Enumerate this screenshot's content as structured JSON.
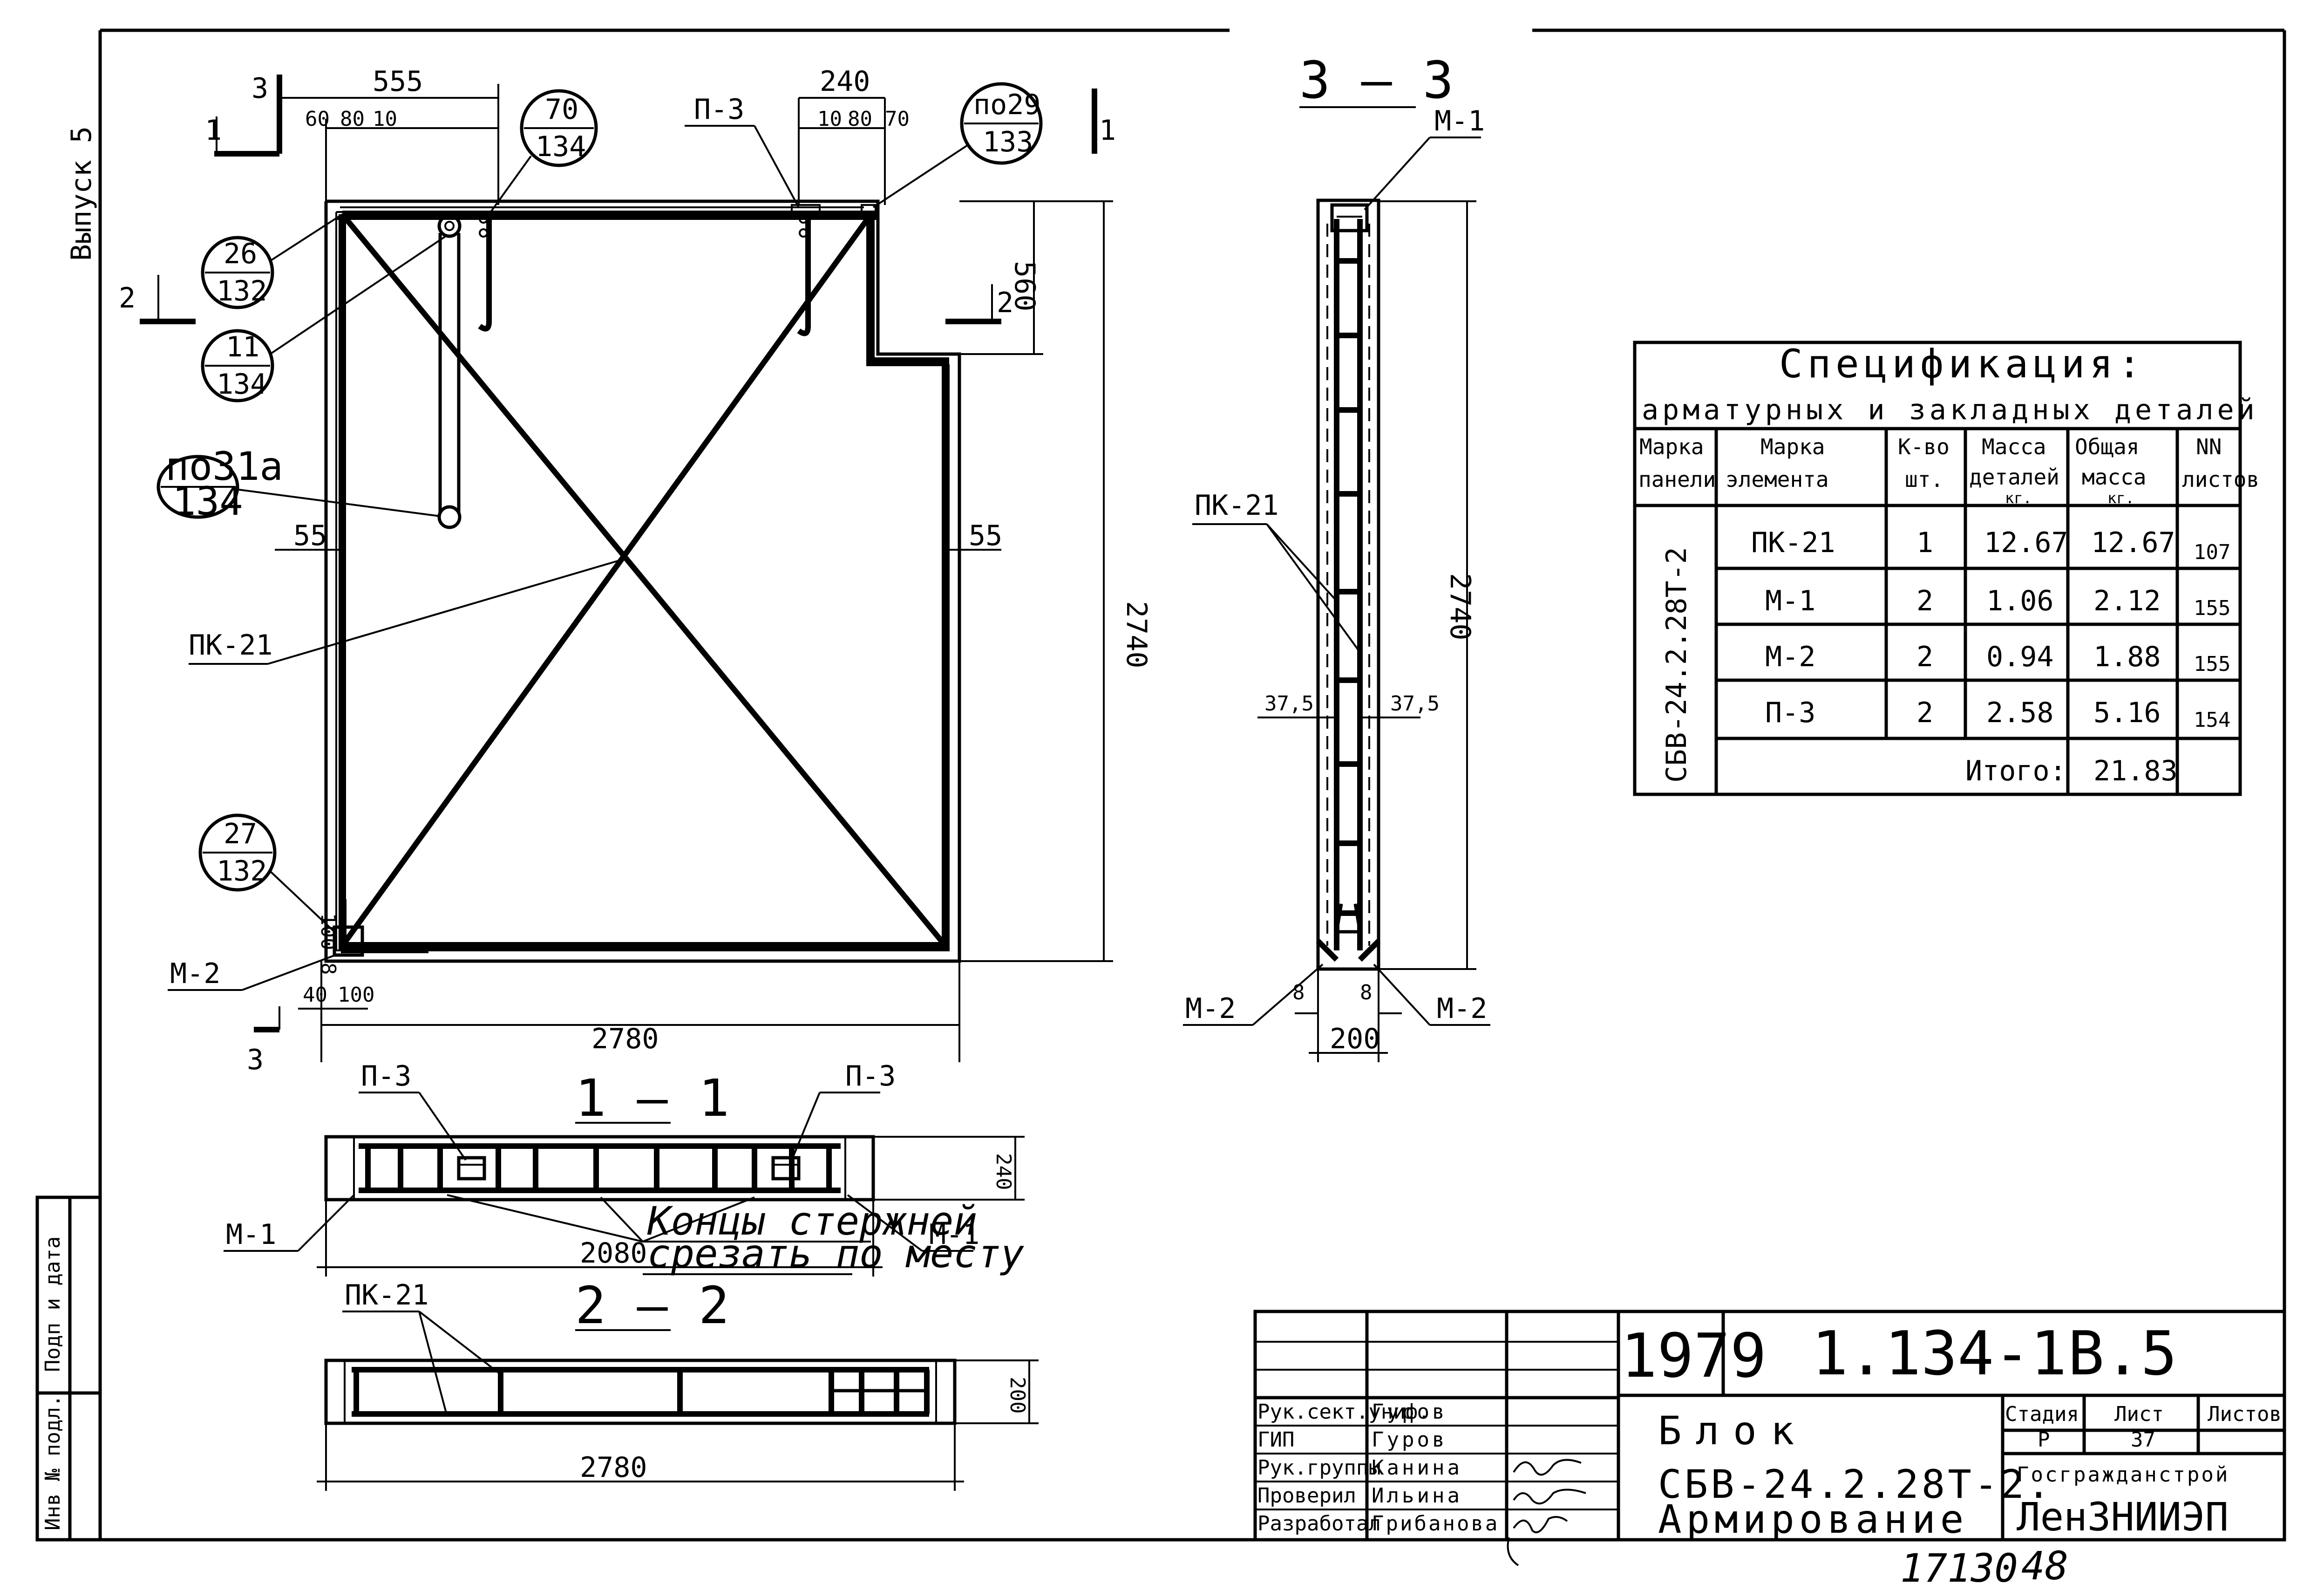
{
  "side": {
    "issue": "Выпуск 5",
    "sig_date": "Подп и дата",
    "inv_no": "Инв № подл."
  },
  "elevation": {
    "section_marks": {
      "a": "1",
      "b": "2",
      "c": "3"
    },
    "dims": {
      "top_555": "555",
      "top_60": "60",
      "top_80": "80",
      "top_10": "10",
      "top_240": "240",
      "top_10b": "10",
      "top_80b": "80",
      "top_70": "70",
      "left_55": "55",
      "right_55": "55",
      "right_560": "560",
      "height_2740": "2740",
      "bottom_40": "40",
      "bottom_100": "100",
      "bottom_100_8": "100 8",
      "width_2780": "2780"
    },
    "callouts": {
      "c1_top": "70",
      "c1_bot": "134",
      "c2_top": "26",
      "c2_bot": "132",
      "c3_top": "11",
      "c3_bot": "134",
      "c4_top": "по31а",
      "c4_bot": "134",
      "c5_top": "по29",
      "c5_bot": "133",
      "c6_top": "27",
      "c6_bot": "132"
    },
    "labels": {
      "p3": "П-3",
      "pk21": "ПК-21",
      "m2": "М-2"
    }
  },
  "section33": {
    "title": "3 — 3",
    "labels": {
      "m1": "М-1",
      "pk21": "ПК-21",
      "m2a": "М-2",
      "m2b": "М-2"
    },
    "dims": {
      "h": "2740",
      "w": "200",
      "a": "37,5",
      "b": "37,5",
      "c": "8",
      "d": "8"
    }
  },
  "section11": {
    "title": "1 — 1",
    "labels": {
      "p3a": "П-3",
      "p3b": "П-3",
      "m1a": "М-1",
      "m1b": "М-1"
    },
    "note_1": "Концы стержней",
    "note_2": "срезать по месту",
    "dims": {
      "len": "2080",
      "h": "240"
    }
  },
  "section22": {
    "title": "2 — 2",
    "labels": {
      "pk21": "ПК-21"
    },
    "dims": {
      "len": "2780",
      "h": "200"
    }
  },
  "spec": {
    "title_1": "Спецификация:",
    "title_2": "арматурных и закладных деталей",
    "headers": {
      "panel": [
        "Марка",
        "панели"
      ],
      "elem": [
        "Марка",
        "элемента"
      ],
      "qty": [
        "К-во",
        "шт."
      ],
      "mass": [
        "Масса",
        "деталей",
        "кг."
      ],
      "total": [
        "Общая",
        "масса",
        "кг."
      ],
      "sheets": [
        "NN",
        "листов"
      ]
    },
    "panel_mark": "СБВ-24.2.28Т-2",
    "rows": [
      {
        "elem": "ПК-21",
        "qty": "1",
        "mass": "12.67",
        "total": "12.67",
        "sheet": "107"
      },
      {
        "elem": "М-1",
        "qty": "2",
        "mass": "1.06",
        "total": "2.12",
        "sheet": "155"
      },
      {
        "elem": "М-2",
        "qty": "2",
        "mass": "0.94",
        "total": "1.88",
        "sheet": "155"
      },
      {
        "elem": "П-3",
        "qty": "2",
        "mass": "2.58",
        "total": "5.16",
        "sheet": "154"
      }
    ],
    "total_label": "Итого:",
    "total_value": "21.83"
  },
  "title_block": {
    "year": "1979",
    "code": "1.134-1",
    "issue": "В.5",
    "roles": [
      {
        "role": "Рук.сект.униф.",
        "name": "Гуров"
      },
      {
        "role": "ГИП",
        "name": "Гуров"
      },
      {
        "role": "Рук.группы",
        "name": "Канина"
      },
      {
        "role": "Проверил",
        "name": "Ильина"
      },
      {
        "role": "Разработал",
        "name": "Грибанова"
      }
    ],
    "title_1": "Блок",
    "title_2": "СБВ-24.2.28Т-2.",
    "title_3": "Армирование",
    "stage_h": "Стадия",
    "sheet_h": "Лист",
    "sheets_h": "Листов",
    "stage_v": "Р",
    "sheet_v": "37",
    "org_1": "Госгражданстрой",
    "org_2": "ЛенЗНИИЭП"
  },
  "footer": {
    "number_1": "17130",
    "number_2": "48"
  }
}
